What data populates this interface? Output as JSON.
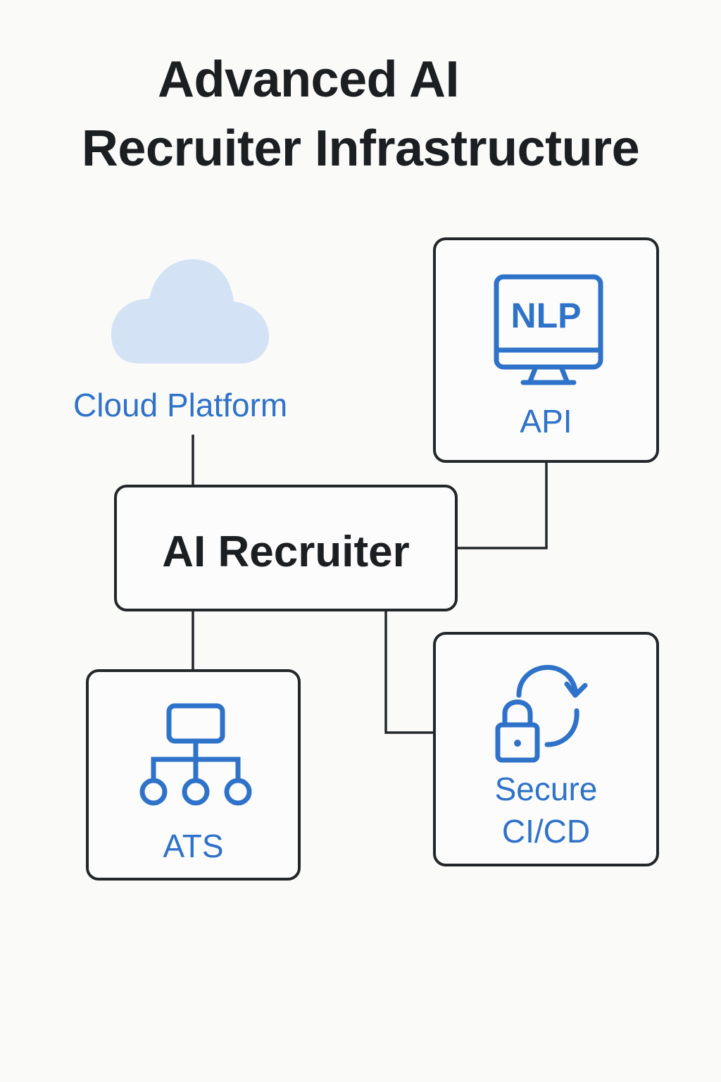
{
  "title": {
    "line1": "Advanced AI",
    "line2": "Recruiter Infrastructure"
  },
  "colors": {
    "accent": "#2f72c9",
    "cloud_fill": "#d3e2f5",
    "stroke": "#23272a"
  },
  "nodes": {
    "cloud": {
      "label": "Cloud Platform",
      "icon": "cloud-icon"
    },
    "core": {
      "label": "AI Recruiter"
    },
    "api": {
      "label": "API",
      "icon_text": "NLP",
      "icon": "monitor-icon"
    },
    "ats": {
      "label": "ATS",
      "icon": "hierarchy-icon"
    },
    "cicd": {
      "label_line1": "Secure",
      "label_line2": "CI/CD",
      "icon": "lock-cycle-icon"
    }
  },
  "edges": [
    {
      "from": "cloud",
      "to": "core"
    },
    {
      "from": "api",
      "to": "core"
    },
    {
      "from": "core",
      "to": "ats"
    },
    {
      "from": "core",
      "to": "cicd"
    }
  ]
}
